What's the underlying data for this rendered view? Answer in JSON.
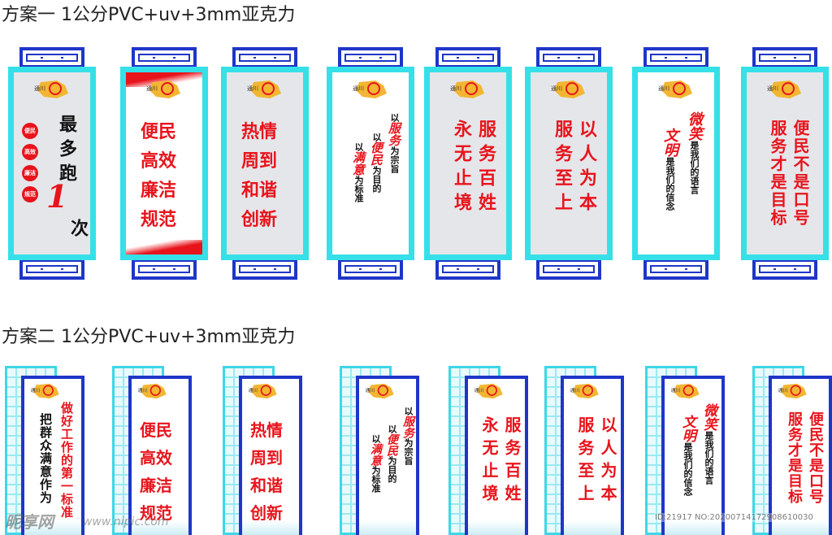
{
  "scheme1_title": "方案一  1公分PVC+uv+3mm亚克力",
  "scheme2_title": "方案二  1公分PVC+uv+3mm亚克力",
  "logo_text": "通川",
  "badges": [
    "便民",
    "高效",
    "廉洁",
    "规范"
  ],
  "panel1": {
    "line1": "最多跑",
    "big_num": "1",
    "line2": "次"
  },
  "col_a": {
    "c1": "便民",
    "c2": "高效",
    "c3": "廉洁",
    "c4": "规范"
  },
  "col_b": {
    "c1": "热情",
    "c2": "周到",
    "c3": "和谐",
    "c4": "创新"
  },
  "col_c": {
    "l1_pre": "以",
    "l1_art": "服务",
    "l1_post": "为宗旨",
    "l2_pre": "以",
    "l2_art": "便民",
    "l2_post": "为目的",
    "l3_pre": "以",
    "l3_art": "满意",
    "l3_post": "为标准"
  },
  "col_d": {
    "l1": "服务百姓",
    "l2": "永无止境"
  },
  "col_e": {
    "l1": "以人为本",
    "l2": "服务至上"
  },
  "col_f": {
    "a1": "微笑",
    "p1": "是我们的语言",
    "a2": "文明",
    "p2": "是我们的信念"
  },
  "col_g": {
    "l1": "便民不是口号",
    "l2": "服务才是目标"
  },
  "scheme2_panel1": {
    "red": "做好工作的第一标准",
    "black": "把群众满意作为"
  },
  "watermark": {
    "brand": "昵享网",
    "url": "www.nipic.com",
    "id": "ID:21917 NO:20200714172908610030"
  }
}
